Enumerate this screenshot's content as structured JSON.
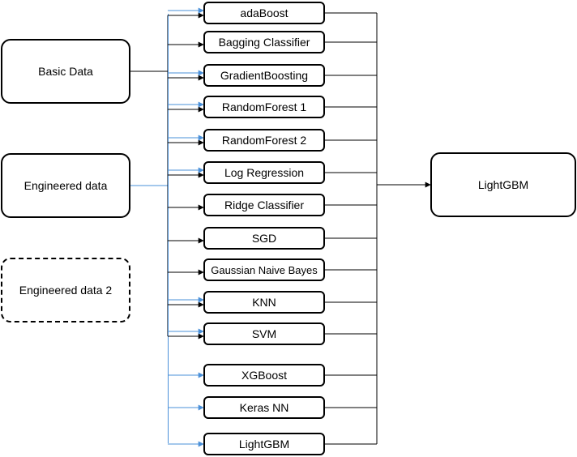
{
  "sources": [
    {
      "id": "basic",
      "label": "Basic Data",
      "style": "solid"
    },
    {
      "id": "engineered",
      "label": "Engineered data",
      "style": "solid"
    },
    {
      "id": "engineered2",
      "label": "Engineered data 2",
      "style": "dashed"
    }
  ],
  "models": [
    {
      "label": "adaBoost"
    },
    {
      "label": "Bagging Classifier"
    },
    {
      "label": "GradientBoosting"
    },
    {
      "label": "RandomForest 1"
    },
    {
      "label": "RandomForest 2"
    },
    {
      "label": "Log Regression"
    },
    {
      "label": "Ridge Classifier"
    },
    {
      "label": "SGD"
    },
    {
      "label": "Gaussian Naive Bayes"
    },
    {
      "label": "KNN"
    },
    {
      "label": "SVM"
    },
    {
      "label": "XGBoost"
    },
    {
      "label": "Keras NN"
    },
    {
      "label": "LightGBM"
    }
  ],
  "meta_model": {
    "label": "LightGBM"
  },
  "colors": {
    "basic_edge": "#000000",
    "engineered_edge": "#4a90d9",
    "node_border": "#000000"
  }
}
